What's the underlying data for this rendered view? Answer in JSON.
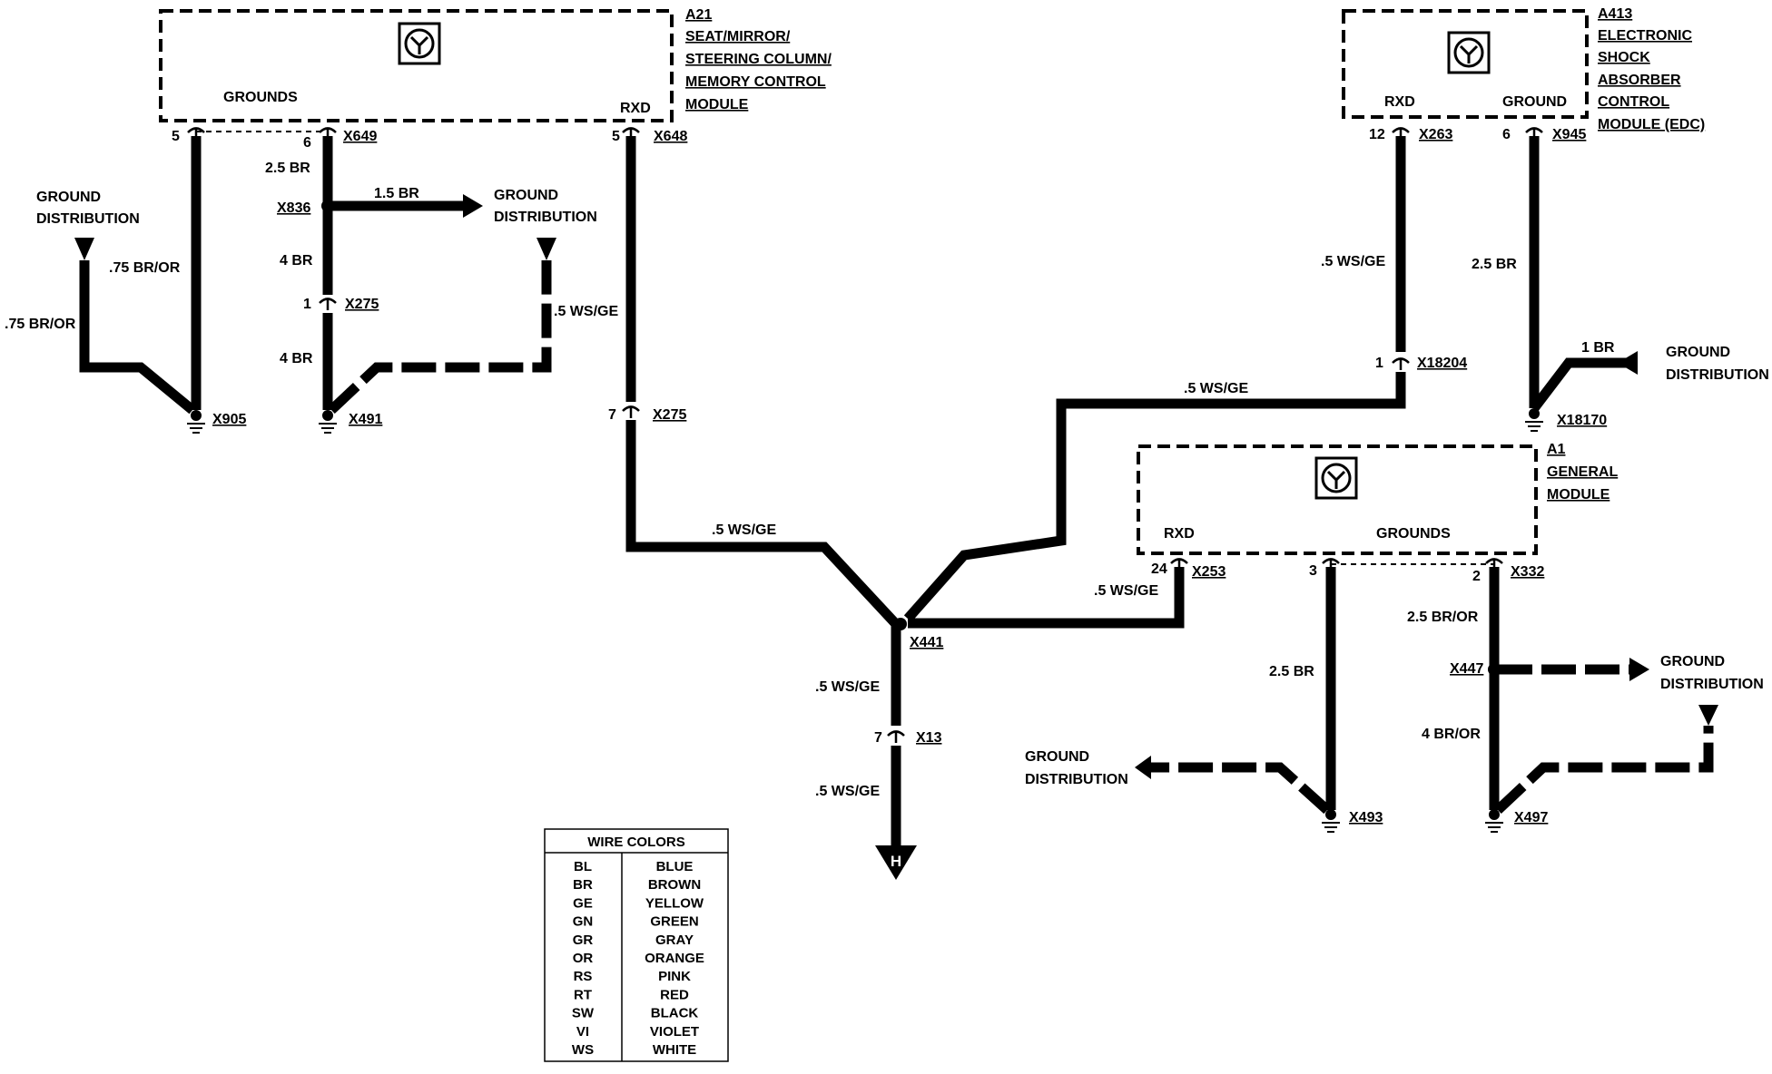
{
  "modules": {
    "a21": {
      "id": "A21",
      "lines": [
        "SEAT/MIRROR/",
        "STEERING COLUMN/",
        "MEMORY CONTROL",
        "MODULE"
      ],
      "grounds": "GROUNDS",
      "rxd": "RXD"
    },
    "a413": {
      "id": "A413",
      "lines": [
        "ELECTRONIC",
        "SHOCK",
        "ABSORBER",
        "CONTROL",
        "MODULE (EDC)"
      ],
      "rxd": "RXD",
      "ground": "GROUND"
    },
    "a1": {
      "id": "A1",
      "lines": [
        "GENERAL",
        "MODULE"
      ],
      "rxd": "RXD",
      "grounds": "GROUNDS"
    }
  },
  "connectors": {
    "x649": "X649",
    "x648": "X648",
    "x836": "X836",
    "x275a": "X275",
    "x491": "X491",
    "x905": "X905",
    "x275b": "X275",
    "x441": "X441",
    "x13": "X13",
    "x263": "X263",
    "x945": "X945",
    "x18204": "X18204",
    "x18170": "X18170",
    "x253": "X253",
    "x332": "X332",
    "x447": "X447",
    "x493": "X493",
    "x497": "X497"
  },
  "pins": {
    "p5a": "5",
    "p6a": "6",
    "p5b": "5",
    "p1a": "1",
    "p7a": "7",
    "p7b": "7",
    "p12": "12",
    "p6b": "6",
    "p1b": "1",
    "p24": "24",
    "p3": "3",
    "p2": "2"
  },
  "wires": {
    "w1": "2.5 BR",
    "w2": "1.5 BR",
    "w3": "4 BR",
    "w4": "4 BR",
    "w5": ".5 WS/GE",
    "w6": ".75 BR/OR",
    "w7": ".75 BR/OR",
    "w8": ".5 WS/GE",
    "w9": ".5 WS/GE",
    "w10": ".5 WS/GE",
    "w11": ".5 WS/GE",
    "w12": ".5 WS/GE",
    "w13": "2.5 BR",
    "w14": "1 BR",
    "w15": ".5 WS/GE",
    "w16": "2.5 BR",
    "w17": "2.5 BR/OR",
    "w18": "4 BR/OR"
  },
  "ground_distribution": {
    "g1": [
      "GROUND",
      "DISTRIBUTION"
    ],
    "g2": [
      "GROUND",
      "DISTRIBUTION"
    ],
    "g3": [
      "GROUND",
      "DISTRIBUTION"
    ],
    "g4": [
      "GROUND",
      "DISTRIBUTION"
    ],
    "g5": [
      "GROUND",
      "DISTRIBUTION"
    ]
  },
  "terminal": "H",
  "wire_colors": {
    "title": "WIRE COLORS",
    "rows": [
      {
        "code": "BL",
        "color": "BLUE"
      },
      {
        "code": "BR",
        "color": "BROWN"
      },
      {
        "code": "GE",
        "color": "YELLOW"
      },
      {
        "code": "GN",
        "color": "GREEN"
      },
      {
        "code": "GR",
        "color": "GRAY"
      },
      {
        "code": "OR",
        "color": "ORANGE"
      },
      {
        "code": "RS",
        "color": "PINK"
      },
      {
        "code": "RT",
        "color": "RED"
      },
      {
        "code": "SW",
        "color": "BLACK"
      },
      {
        "code": "VI",
        "color": "VIOLET"
      },
      {
        "code": "WS",
        "color": "WHITE"
      }
    ]
  }
}
